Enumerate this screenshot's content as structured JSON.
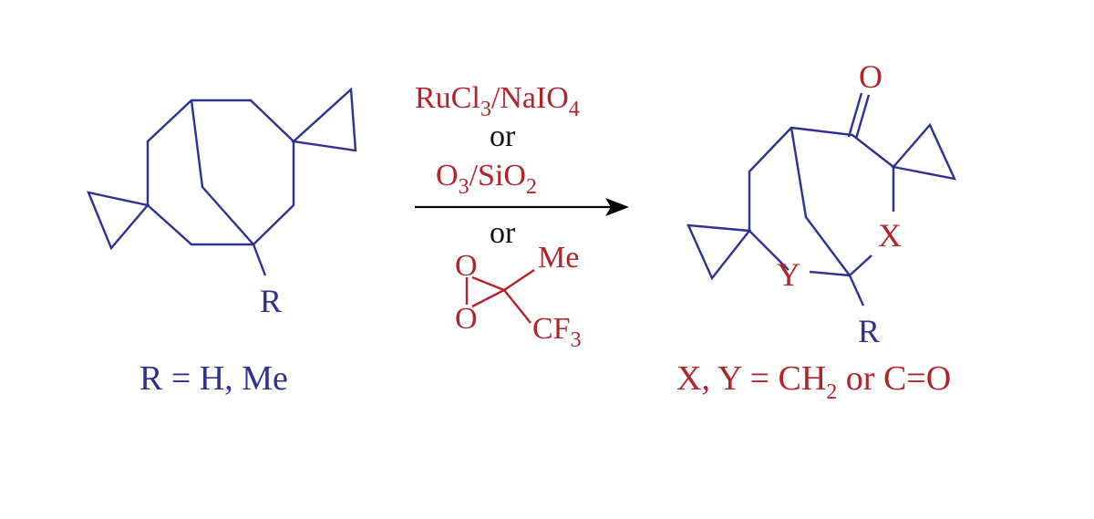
{
  "colors": {
    "reactant": "#2e3192",
    "reagent": "#b3242a",
    "arrow": "#000000"
  },
  "reactant": {
    "substituent": "R",
    "caption": "R = H, Me"
  },
  "reagents": {
    "option1": {
      "base": "RuCl",
      "sub": "3",
      "rest": "/NaIO",
      "sub2": "4"
    },
    "or1": "or",
    "option2": {
      "base": "O",
      "sub": "3",
      "rest": "/SiO",
      "sub2": "2"
    },
    "or2": "or",
    "dioxirane": {
      "o_top": "O",
      "o_bottom": "O",
      "methyl": "Me",
      "cf_base": "CF",
      "cf_sub": "3"
    }
  },
  "product": {
    "ketone_o": "O",
    "x_label": "X",
    "y_label": "Y",
    "substituent": "R",
    "caption": {
      "start": "X, Y = CH",
      "sub": "2",
      "end": " or C=O"
    }
  }
}
